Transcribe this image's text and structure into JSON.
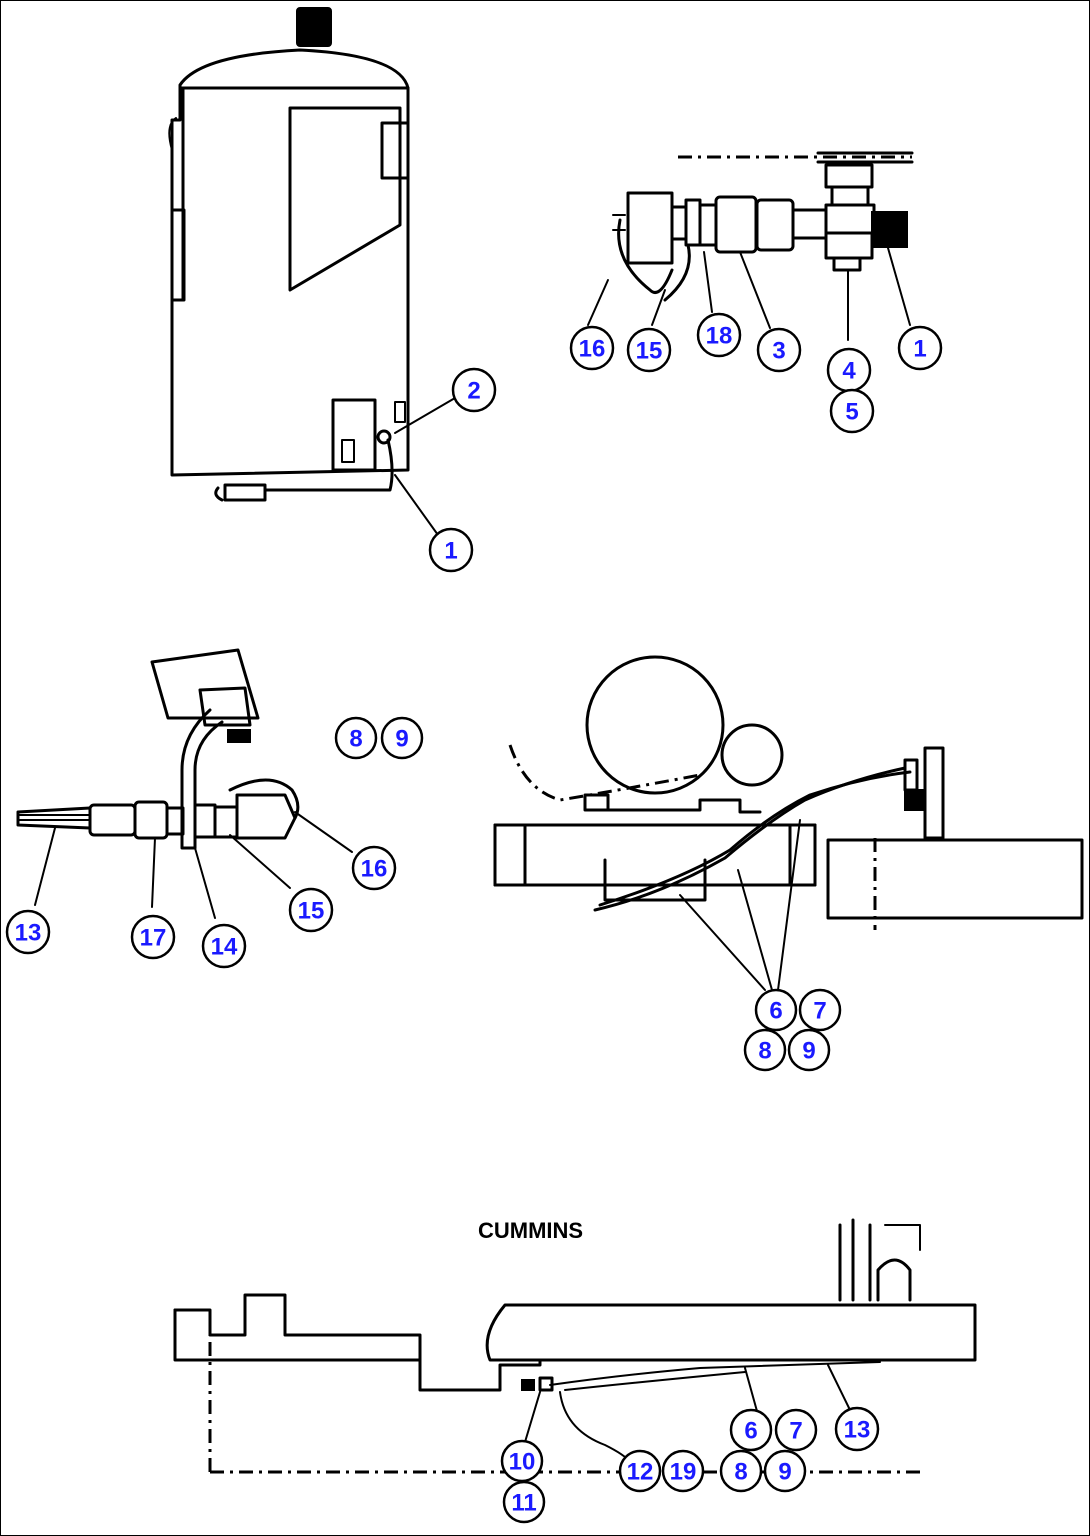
{
  "engine_label": "CUMMINS",
  "callouts": [
    {
      "id": "c-top-left-2",
      "text": "2"
    },
    {
      "id": "c-top-left-1",
      "text": "1"
    },
    {
      "id": "c-top-right-16",
      "text": "16"
    },
    {
      "id": "c-top-right-15",
      "text": "15"
    },
    {
      "id": "c-top-right-18",
      "text": "18"
    },
    {
      "id": "c-top-right-3",
      "text": "3"
    },
    {
      "id": "c-top-right-4",
      "text": "4"
    },
    {
      "id": "c-top-right-5",
      "text": "5"
    },
    {
      "id": "c-top-right-1",
      "text": "1"
    },
    {
      "id": "c-mid-left-8",
      "text": "8"
    },
    {
      "id": "c-mid-left-9",
      "text": "9"
    },
    {
      "id": "c-mid-left-16",
      "text": "16"
    },
    {
      "id": "c-mid-left-15",
      "text": "15"
    },
    {
      "id": "c-mid-left-13",
      "text": "13"
    },
    {
      "id": "c-mid-left-17",
      "text": "17"
    },
    {
      "id": "c-mid-left-14",
      "text": "14"
    },
    {
      "id": "c-mid-right-6",
      "text": "6"
    },
    {
      "id": "c-mid-right-7",
      "text": "7"
    },
    {
      "id": "c-mid-right-8",
      "text": "8"
    },
    {
      "id": "c-mid-right-9",
      "text": "9"
    },
    {
      "id": "c-bottom-10",
      "text": "10"
    },
    {
      "id": "c-bottom-11",
      "text": "11"
    },
    {
      "id": "c-bottom-12",
      "text": "12"
    },
    {
      "id": "c-bottom-19",
      "text": "19"
    },
    {
      "id": "c-bottom-6",
      "text": "6"
    },
    {
      "id": "c-bottom-7",
      "text": "7"
    },
    {
      "id": "c-bottom-8",
      "text": "8"
    },
    {
      "id": "c-bottom-9",
      "text": "9"
    },
    {
      "id": "c-bottom-13",
      "text": "13"
    }
  ]
}
